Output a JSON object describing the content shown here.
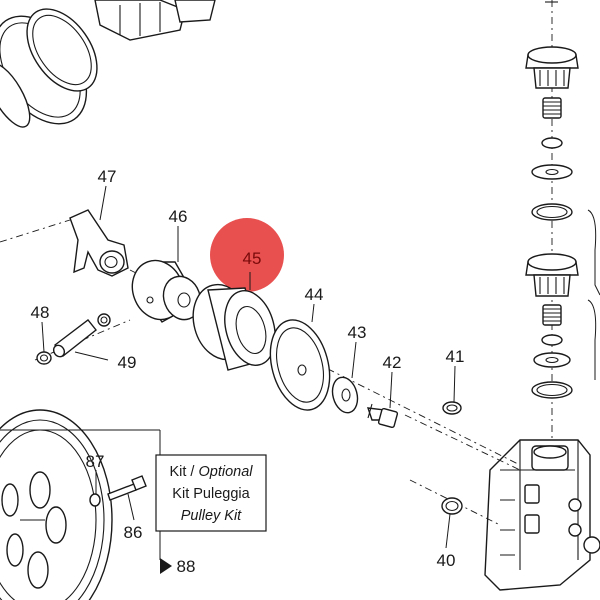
{
  "callouts": {
    "p40": "40",
    "p41": "41",
    "p42": "42",
    "p43": "43",
    "p44": "44",
    "p45": "45",
    "p46": "46",
    "p47": "47",
    "p48": "48",
    "p49": "49",
    "p86": "86",
    "p87": "87",
    "p88": "88"
  },
  "kit_box": {
    "line1_a": "Kit / ",
    "line1_b": "Optional",
    "line2": "Kit Puleggia",
    "line3": "Pulley Kit"
  },
  "colors": {
    "highlight": "#e85050",
    "ink": "#1a1a1a"
  }
}
